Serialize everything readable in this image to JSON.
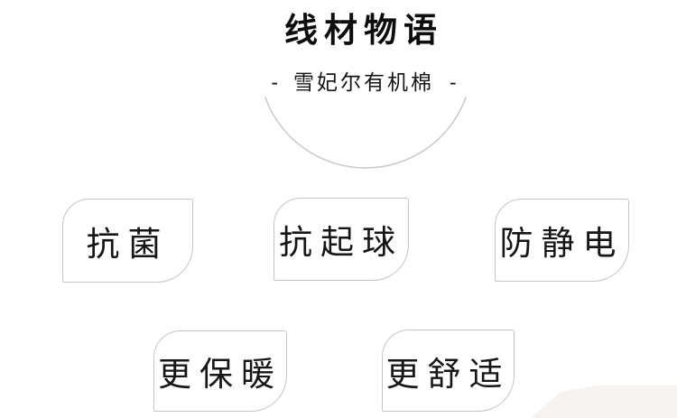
{
  "header": {
    "title": "线材物语",
    "dash": "-",
    "subtitle": "雪妃尔有机棉"
  },
  "badges": [
    {
      "label": "抗菌"
    },
    {
      "label": "抗起球"
    },
    {
      "label": "防静电"
    },
    {
      "label": "更保暖"
    },
    {
      "label": "更舒适"
    }
  ],
  "colors": {
    "background": "#ffffff",
    "title_text": "#0d0d0d",
    "body_text": "#161616",
    "badge_border": "#c5c5c5",
    "arc_stroke": "#c9c9c9",
    "bottom_patch": "#f7f3f0"
  }
}
